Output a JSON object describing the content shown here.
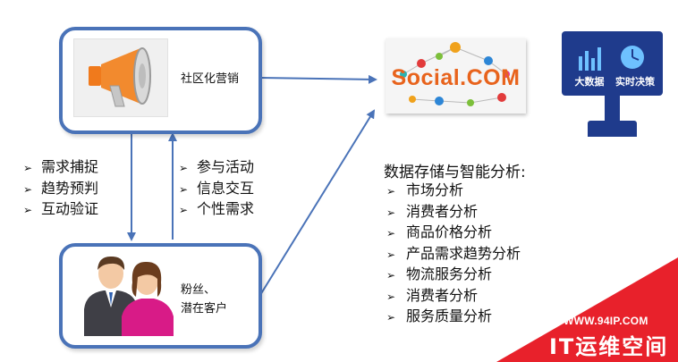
{
  "nodes": {
    "community_label": "社区化营销",
    "fans_label_line1": "粉丝、",
    "fans_label_line2": "潜在客户",
    "social_text": "Social.COM",
    "monitor_left": "大数据",
    "monitor_right": "实时决策"
  },
  "left_list": [
    "需求捕捉",
    "趋势预判",
    "互动验证"
  ],
  "middle_list": [
    "参与活动",
    "信息交互",
    "个性需求"
  ],
  "analysis": {
    "title": "数据存储与智能分析:",
    "items": [
      "市场分析",
      "消费者分析",
      "商品价格分析",
      "产品需求趋势分析",
      "物流服务分析",
      "消费者分析",
      "服务质量分析"
    ]
  },
  "watermark": {
    "url": "WWW.94IP.COM",
    "brand": "IT运维空间"
  },
  "bullet_glyph": "➢",
  "colors": {
    "box_border": "#4a73b8",
    "arrow": "#4a73b8",
    "watermark_red": "#e8212b",
    "monitor": "#1f3b8c",
    "megaphone_orange": "#f07a1c"
  }
}
